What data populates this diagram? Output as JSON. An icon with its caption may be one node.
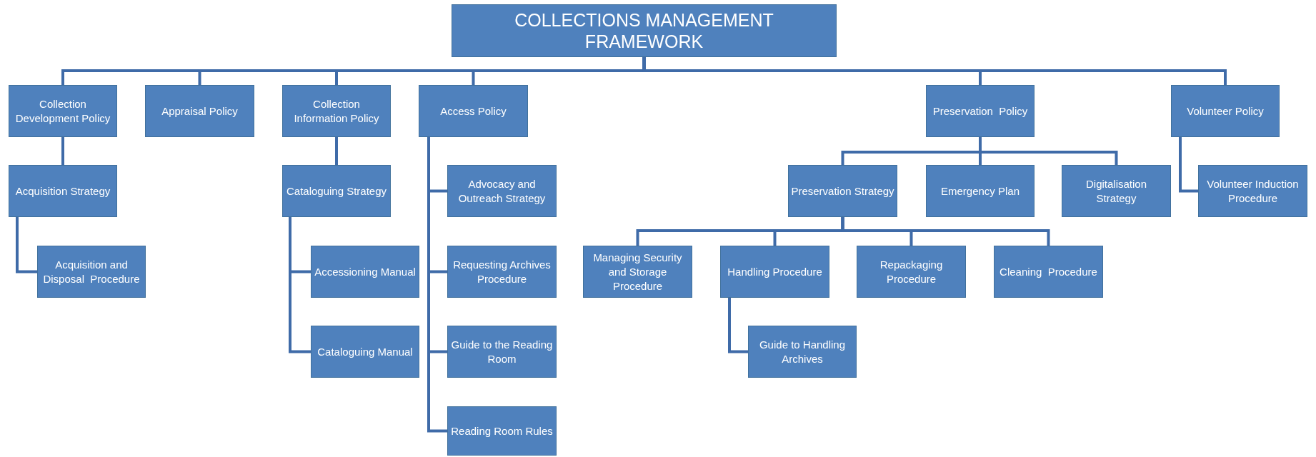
{
  "diagram": {
    "nodes": [
      {
        "text": [
          "COLLECTIONS MANAGEMENT FRAMEWORK"
        ]
      },
      {
        "text": [
          "Collection Development Policy"
        ]
      },
      {
        "text": [
          "Appraisal Policy"
        ]
      },
      {
        "text": [
          "Collection Information Policy"
        ]
      },
      {
        "text": [
          "Access Policy"
        ]
      },
      {
        "text": [
          "Preservation  Policy"
        ]
      },
      {
        "text": [
          "Volunteer Policy"
        ]
      },
      {
        "text": [
          "Acquisition Strategy"
        ]
      },
      {
        "text": [
          "Acquisition and Disposal  Procedure"
        ]
      },
      {
        "text": [
          "Cataloguing Strategy"
        ]
      },
      {
        "text": [
          "Accessioning Manual"
        ]
      },
      {
        "text": [
          "Cataloguing Manual"
        ]
      },
      {
        "text": [
          "Advocacy and Outreach Strategy"
        ]
      },
      {
        "text": [
          "Requesting Archives Procedure"
        ]
      },
      {
        "text": [
          "Guide to the Reading Room"
        ]
      },
      {
        "text": [
          "Reading Room Rules"
        ]
      },
      {
        "text": [
          "Preservation Strategy"
        ]
      },
      {
        "text": [
          "Emergency Plan"
        ]
      },
      {
        "text": [
          "Digitalisation Strategy"
        ]
      },
      {
        "text": [
          "Volunteer Induction Procedure"
        ]
      },
      {
        "text": [
          "Managing Security and Storage Procedure"
        ]
      },
      {
        "text": [
          "Handling Procedure"
        ]
      },
      {
        "text": [
          "Repackaging Procedure"
        ]
      },
      {
        "text": [
          "Cleaning  Procedure"
        ]
      },
      {
        "text": [
          "Guide to Handling Archives"
        ]
      }
    ],
    "edges": [
      {
        "from": 0,
        "to": 1,
        "arrow": "none"
      },
      {
        "from": 0,
        "to": 2,
        "arrow": "none"
      },
      {
        "from": 0,
        "to": 3,
        "arrow": "none"
      },
      {
        "from": 0,
        "to": 4,
        "arrow": "none"
      },
      {
        "from": 0,
        "to": 5,
        "arrow": "none"
      },
      {
        "from": 0,
        "to": 6,
        "arrow": "none"
      },
      {
        "from": 1,
        "to": 7,
        "arrow": "none"
      },
      {
        "from": 7,
        "to": 8,
        "arrow": "none"
      },
      {
        "from": 3,
        "to": 9,
        "arrow": "none"
      },
      {
        "from": 9,
        "to": 10,
        "arrow": "none"
      },
      {
        "from": 9,
        "to": 11,
        "arrow": "none"
      },
      {
        "from": 4,
        "to": 12,
        "arrow": "none"
      },
      {
        "from": 4,
        "to": 13,
        "arrow": "none"
      },
      {
        "from": 4,
        "to": 14,
        "arrow": "none"
      },
      {
        "from": 4,
        "to": 15,
        "arrow": "none"
      },
      {
        "from": 5,
        "to": 16,
        "arrow": "none"
      },
      {
        "from": 5,
        "to": 17,
        "arrow": "none"
      },
      {
        "from": 5,
        "to": 18,
        "arrow": "none"
      },
      {
        "from": 6,
        "to": 19,
        "arrow": "none"
      },
      {
        "from": 16,
        "to": 20,
        "arrow": "none"
      },
      {
        "from": 16,
        "to": 21,
        "arrow": "none"
      },
      {
        "from": 16,
        "to": 22,
        "arrow": "none"
      },
      {
        "from": 16,
        "to": 23,
        "arrow": "none"
      },
      {
        "from": 21,
        "to": 24,
        "arrow": "none"
      }
    ]
  }
}
